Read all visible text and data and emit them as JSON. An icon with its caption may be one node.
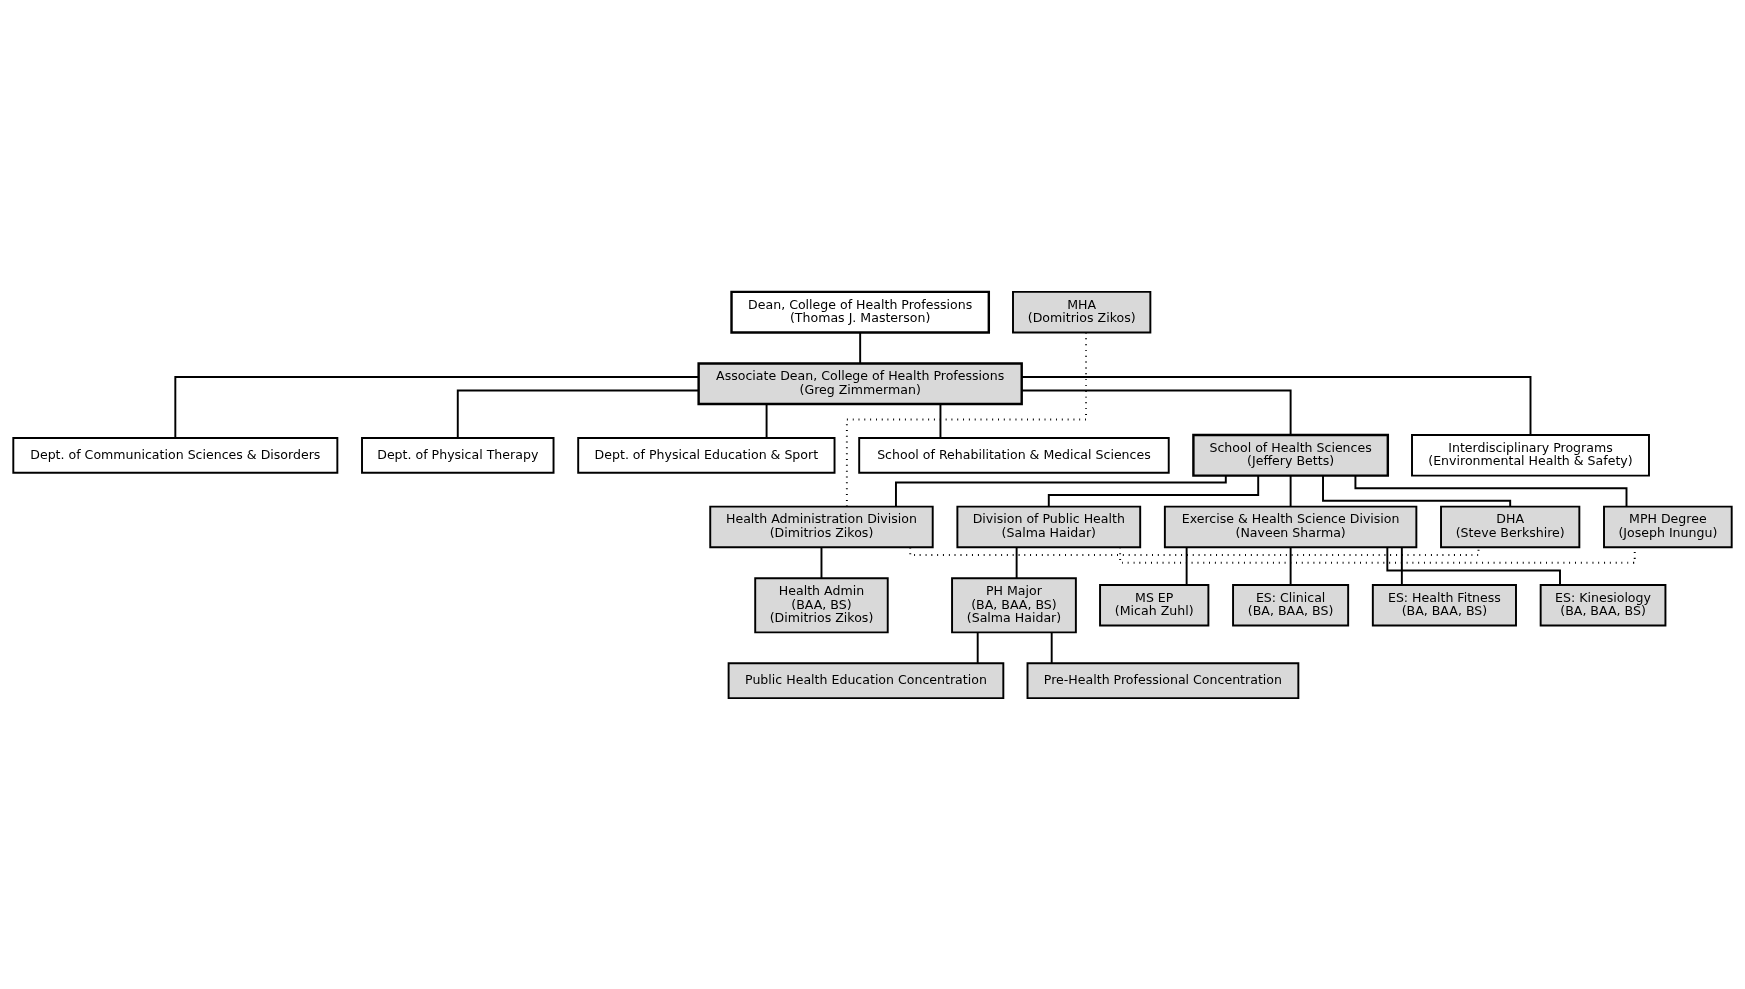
{
  "diagram": {
    "nodes": [
      {
        "text": [
          "Dean, College of Health Professions",
          "(Thomas J. Masterson)"
        ]
      },
      {
        "text": [
          "Associate Dean, College of Health Professions",
          "(Greg Zimmerman)"
        ]
      },
      {
        "text": [
          "Dept. of Communication Sciences & Disorders"
        ]
      },
      {
        "text": [
          "Dept. of Physical Therapy"
        ]
      },
      {
        "text": [
          "Dept. of Physical Education & Sport"
        ]
      },
      {
        "text": [
          "School of Rehabilitation & Medical Sciences"
        ]
      },
      {
        "text": [
          "School of Health Sciences",
          "(Jeffery Betts)"
        ]
      },
      {
        "text": [
          "Interdisciplinary Programs",
          "(Environmental Health & Safety)"
        ]
      },
      {
        "text": [
          "Health Administration Division",
          "(Dimitrios Zikos)"
        ]
      },
      {
        "text": [
          "Division of Public Health",
          "(Salma Haidar)"
        ]
      },
      {
        "text": [
          "Exercise & Health Science Division",
          "(Naveen Sharma)"
        ]
      },
      {
        "text": [
          "DHA",
          "(Steve Berkshire)"
        ]
      },
      {
        "text": [
          "Health Admin",
          "(BAA, BS)",
          "(Dimitrios Zikos)"
        ]
      },
      {
        "text": [
          "MHA",
          "(Domitrios Zikos)"
        ]
      },
      {
        "text": [
          "MPH Degree",
          "(Joseph Inungu)"
        ]
      },
      {
        "text": [
          "PH Major",
          "(BA, BAA, BS)",
          "(Salma Haidar)"
        ]
      },
      {
        "text": [
          "MS EP",
          "(Micah Zuhl)"
        ]
      },
      {
        "text": [
          "ES: Clinical",
          "(BA, BAA, BS)"
        ]
      },
      {
        "text": [
          "ES: Health Fitness",
          "(BA, BAA, BS)"
        ]
      },
      {
        "text": [
          "Public Health Education Concentration"
        ]
      },
      {
        "text": [
          "Pre-Health Professional Concentration"
        ]
      },
      {
        "text": [
          "ES: Kinesiology",
          "(BA, BAA, BS)"
        ]
      }
    ],
    "edges": [
      {
        "from": 0,
        "to": 1,
        "arrow": "none"
      },
      {
        "from": 1,
        "to": 2,
        "arrow": "none"
      },
      {
        "from": 1,
        "to": 3,
        "arrow": "none"
      },
      {
        "from": 1,
        "to": 6,
        "arrow": "none"
      },
      {
        "from": 1,
        "to": 4,
        "arrow": "none"
      },
      {
        "from": 1,
        "to": 7,
        "arrow": "none"
      },
      {
        "from": 1,
        "to": 5,
        "arrow": "none"
      },
      {
        "from": 6,
        "to": 11,
        "arrow": "none"
      },
      {
        "from": 6,
        "to": 8,
        "arrow": "none"
      },
      {
        "from": 6,
        "to": 14,
        "arrow": "none"
      },
      {
        "from": 6,
        "to": 9,
        "arrow": "none"
      },
      {
        "from": 6,
        "to": 10,
        "arrow": "none"
      },
      {
        "from": 8,
        "to": 11,
        "arrow": "none",
        "style": "dashed"
      },
      {
        "from": 8,
        "to": 12,
        "arrow": "none"
      },
      {
        "from": 8,
        "to": 13,
        "arrow": "none",
        "style": "dashed"
      },
      {
        "from": 9,
        "to": 14,
        "arrow": "none",
        "style": "dashed"
      },
      {
        "from": 9,
        "to": 15,
        "arrow": "none"
      },
      {
        "from": 15,
        "to": 19,
        "arrow": "none"
      },
      {
        "from": 15,
        "to": 20,
        "arrow": "none"
      },
      {
        "from": 10,
        "to": 16,
        "arrow": "none"
      },
      {
        "from": 10,
        "to": 17,
        "arrow": "none"
      },
      {
        "from": 10,
        "to": 18,
        "arrow": "none"
      },
      {
        "from": 10,
        "to": 21,
        "arrow": "none"
      }
    ]
  }
}
